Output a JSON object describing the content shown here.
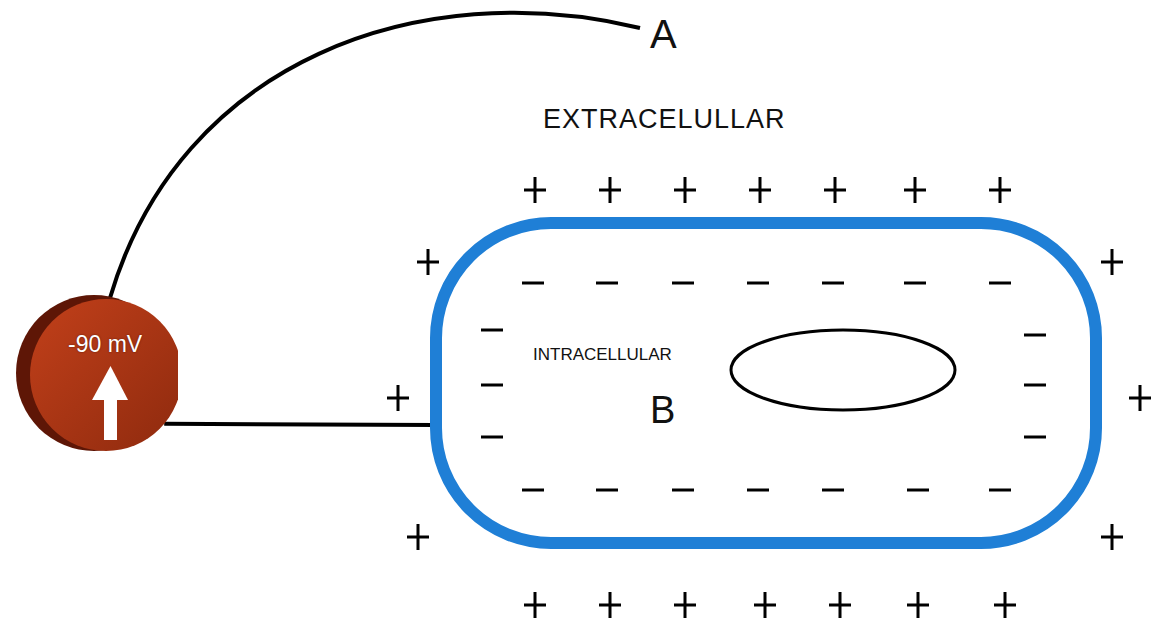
{
  "diagram": {
    "nodes": [
      {
        "text": [
          "-90 mV"
        ]
      },
      {
        "text": [
          "INTRACELLULAR",
          "B"
        ]
      }
    ],
    "edges": [
      {
        "from": 0,
        "to": 1,
        "arrow": "none"
      }
    ],
    "labels": [
      "A",
      "EXTRACELULLAR"
    ]
  }
}
